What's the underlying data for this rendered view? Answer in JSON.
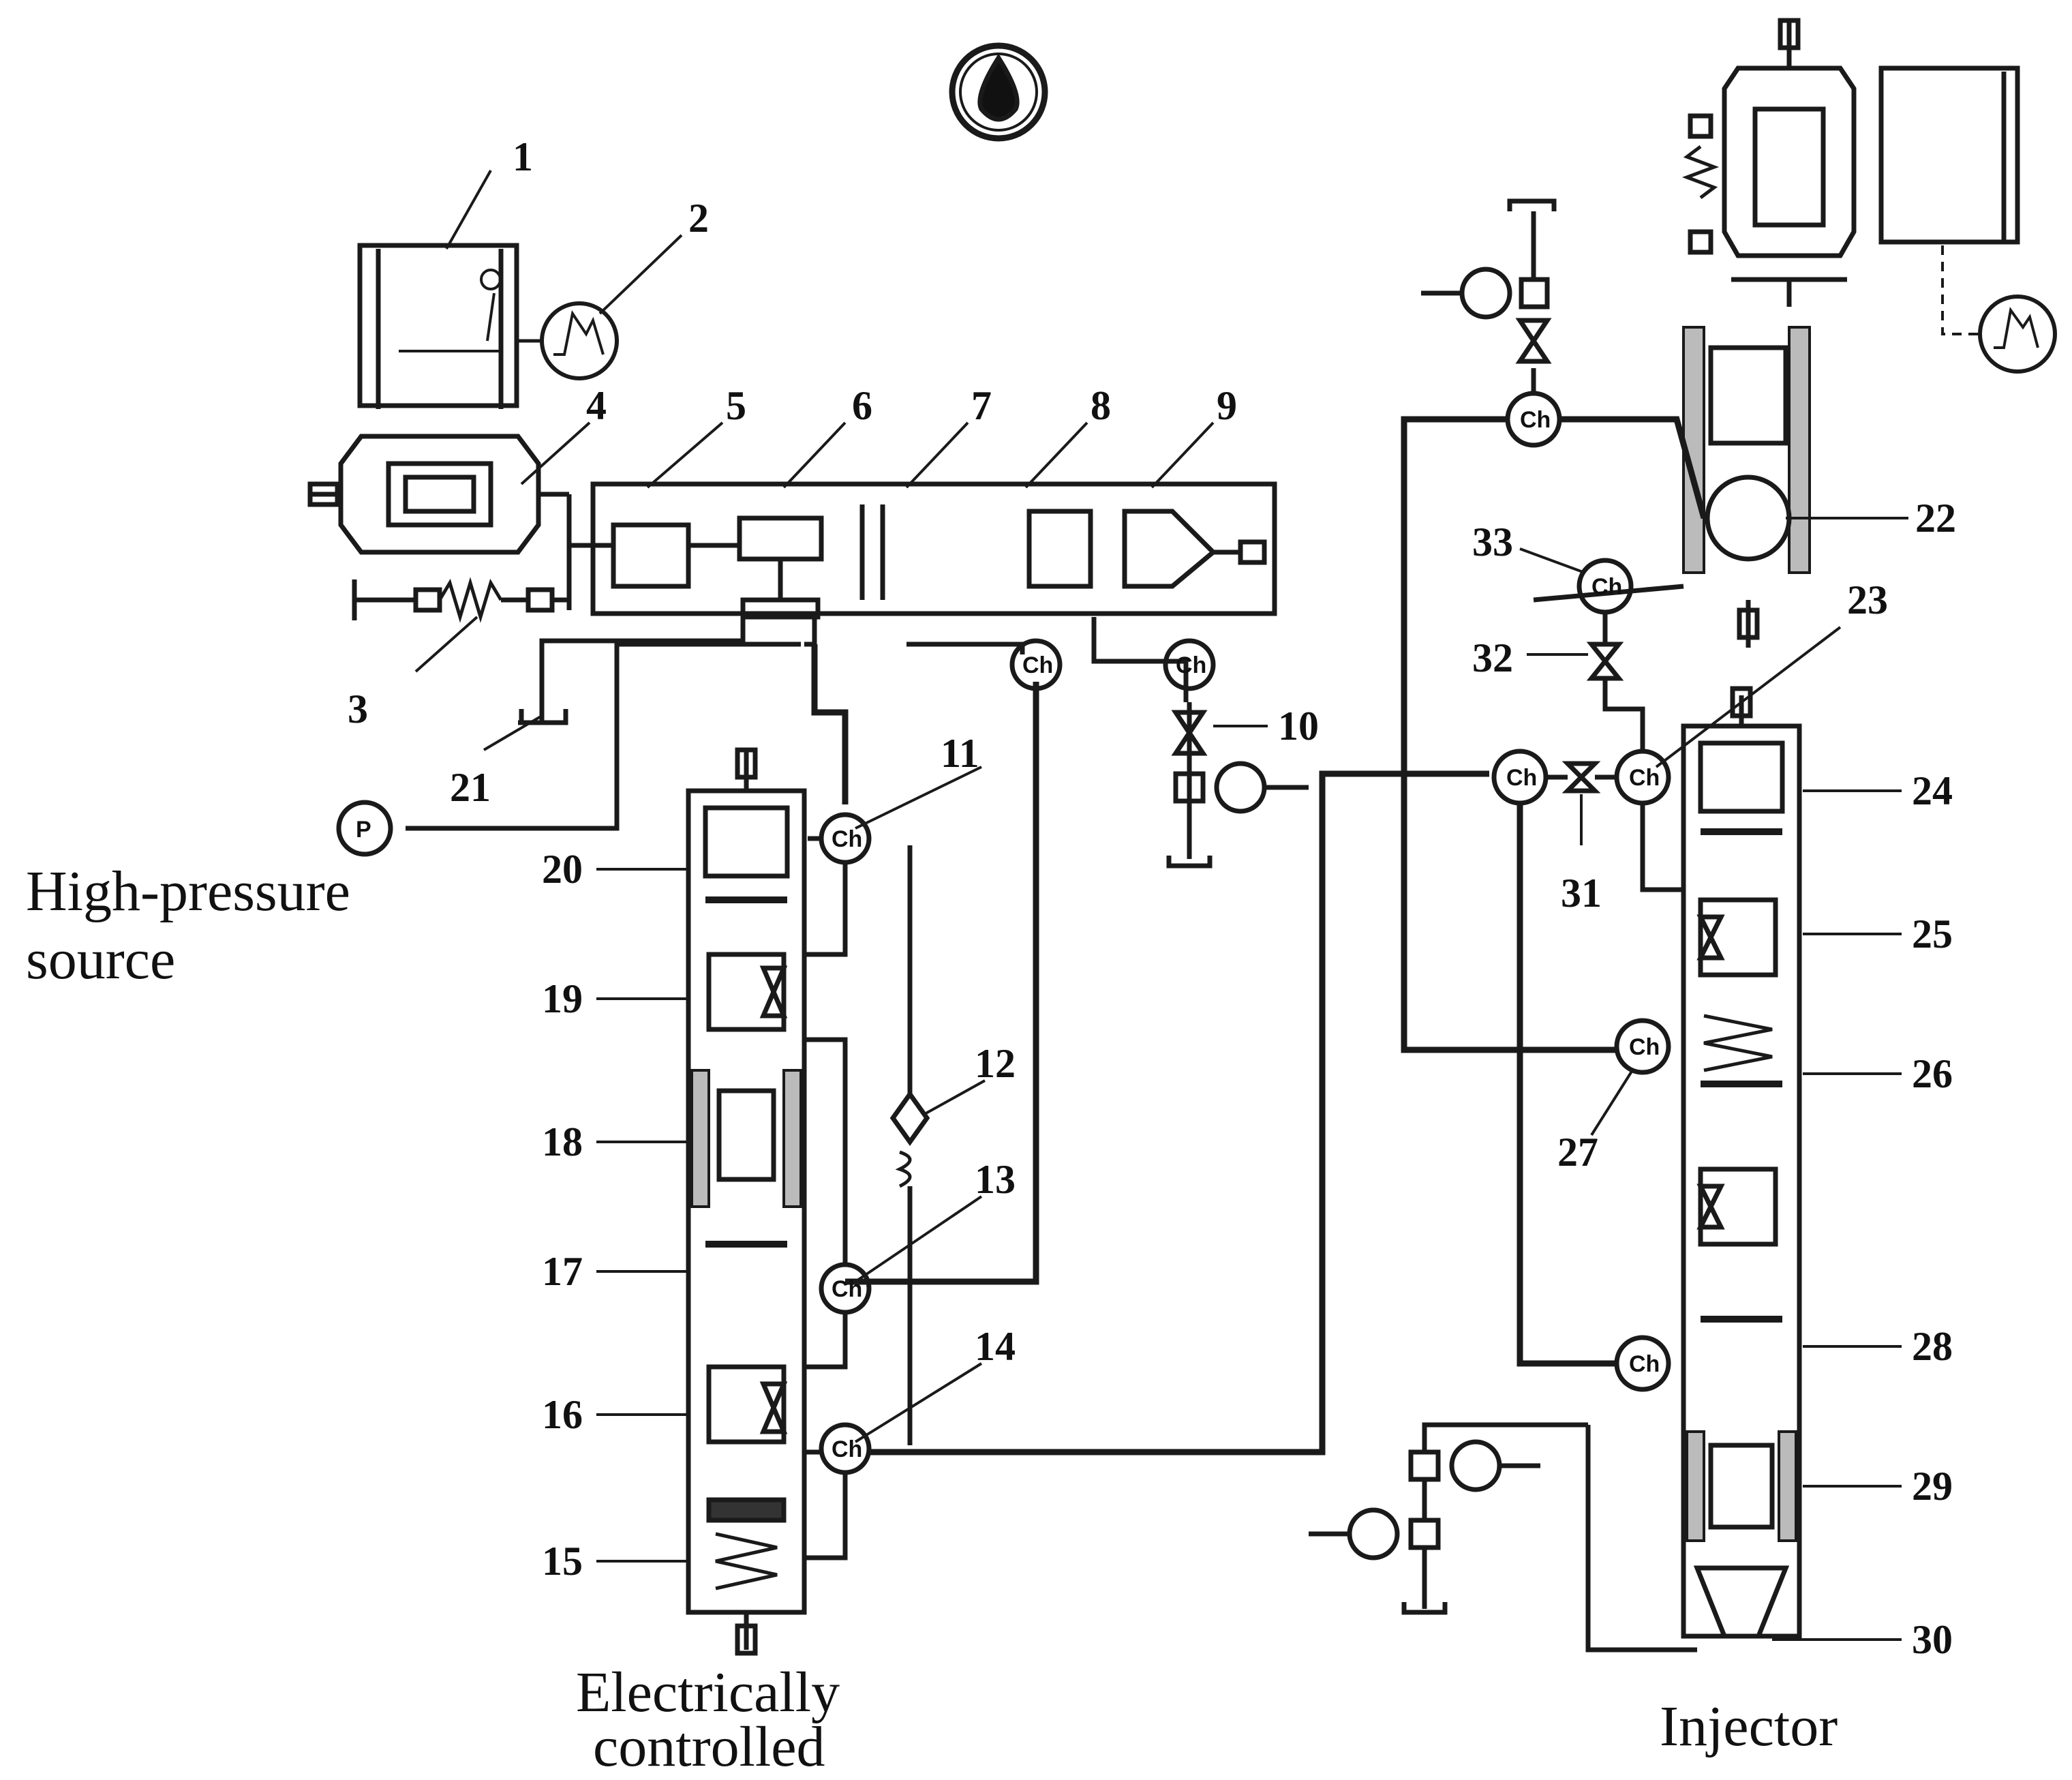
{
  "captions": {
    "source_line1": "High-pressure",
    "source_line2": "source",
    "ecu_line1": "Electrically",
    "ecu_line2": "controlled",
    "injector": "Injector"
  },
  "symbols": {
    "chamber": "Ch",
    "mass": "M",
    "pressure": "P"
  },
  "numbers": [
    "1",
    "2",
    "3",
    "4",
    "5",
    "6",
    "7",
    "8",
    "9",
    "10",
    "11",
    "12",
    "13",
    "14",
    "15",
    "16",
    "17",
    "18",
    "19",
    "20",
    "21",
    "22",
    "23",
    "24",
    "25",
    "26",
    "27",
    "28",
    "29",
    "30",
    "31",
    "32",
    "33"
  ],
  "icons": {
    "top": "oil-drop-icon",
    "gauges": "pressure-gauge-icon",
    "oscilloscope": "signal-waveform-icon"
  },
  "colors": {
    "line": "#1a1a1a",
    "background": "#ffffff"
  }
}
